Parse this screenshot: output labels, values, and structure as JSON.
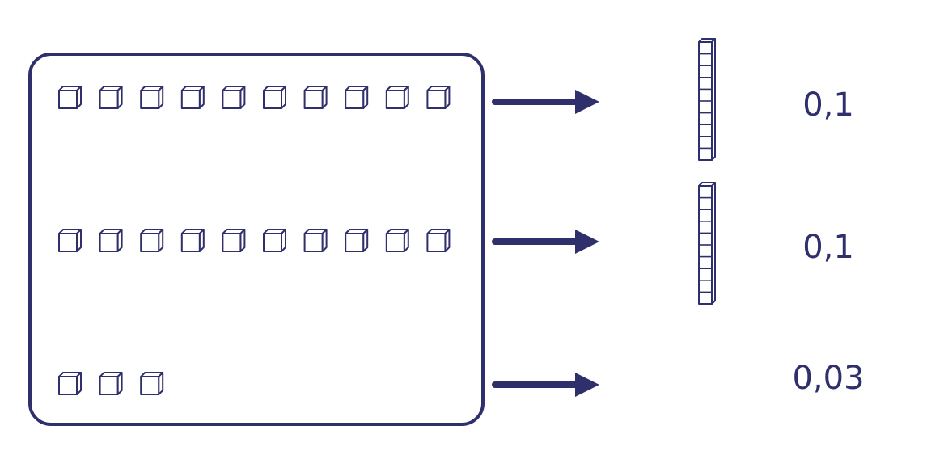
{
  "colors": {
    "ink": "#2f2f6b",
    "background": "#ffffff"
  },
  "groups": [
    {
      "cube_count": 10,
      "shows_rod": true,
      "rod_units": 10,
      "value": "0,1"
    },
    {
      "cube_count": 10,
      "shows_rod": true,
      "rod_units": 10,
      "value": "0,1"
    },
    {
      "cube_count": 3,
      "shows_rod": false,
      "rod_units": 0,
      "value": "0,03"
    }
  ]
}
